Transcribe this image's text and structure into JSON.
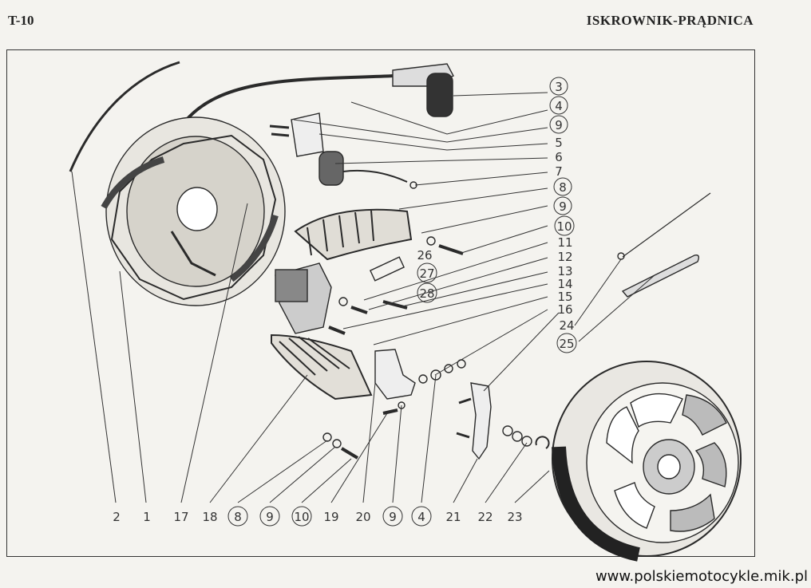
{
  "header": {
    "page_code": "T-10",
    "title": "ISKROWNIK-PRĄDNICA"
  },
  "callouts_right": [
    {
      "id": "3",
      "label": "3",
      "circled": true
    },
    {
      "id": "4",
      "label": "4",
      "circled": true
    },
    {
      "id": "9a",
      "label": "9",
      "circled": true
    },
    {
      "id": "5",
      "label": "5",
      "circled": false
    },
    {
      "id": "6",
      "label": "6",
      "circled": false
    },
    {
      "id": "7",
      "label": "7",
      "circled": false
    },
    {
      "id": "8",
      "label": "8",
      "circled": true
    },
    {
      "id": "9b",
      "label": "9",
      "circled": true
    },
    {
      "id": "10",
      "label": "10",
      "circled": true
    },
    {
      "id": "11",
      "label": "11",
      "circled": false
    },
    {
      "id": "12",
      "label": "12",
      "circled": false
    },
    {
      "id": "13",
      "label": "13",
      "circled": false
    },
    {
      "id": "14",
      "label": "14",
      "circled": false
    },
    {
      "id": "15",
      "label": "15",
      "circled": false
    },
    {
      "id": "16",
      "label": "16",
      "circled": false
    },
    {
      "id": "24",
      "label": "24",
      "circled": false
    },
    {
      "id": "25",
      "label": "25",
      "circled": true
    }
  ],
  "callouts_middle": [
    {
      "id": "26",
      "label": "26",
      "circled": false
    },
    {
      "id": "27",
      "label": "27",
      "circled": true
    },
    {
      "id": "28",
      "label": "28",
      "circled": true
    }
  ],
  "callouts_bottom": [
    {
      "id": "2",
      "label": "2",
      "circled": false
    },
    {
      "id": "1",
      "label": "1",
      "circled": false
    },
    {
      "id": "17",
      "label": "17",
      "circled": false
    },
    {
      "id": "18",
      "label": "18",
      "circled": false
    },
    {
      "id": "8",
      "label": "8",
      "circled": true
    },
    {
      "id": "9a",
      "label": "9",
      "circled": true
    },
    {
      "id": "10",
      "label": "10",
      "circled": true
    },
    {
      "id": "19",
      "label": "19",
      "circled": false
    },
    {
      "id": "20",
      "label": "20",
      "circled": false
    },
    {
      "id": "9b",
      "label": "9",
      "circled": true
    },
    {
      "id": "4",
      "label": "4",
      "circled": true
    },
    {
      "id": "21",
      "label": "21",
      "circled": false
    },
    {
      "id": "22",
      "label": "22",
      "circled": false
    },
    {
      "id": "23",
      "label": "23",
      "circled": false
    }
  ],
  "watermark": "www.polskiemotocykle.mik.pl"
}
